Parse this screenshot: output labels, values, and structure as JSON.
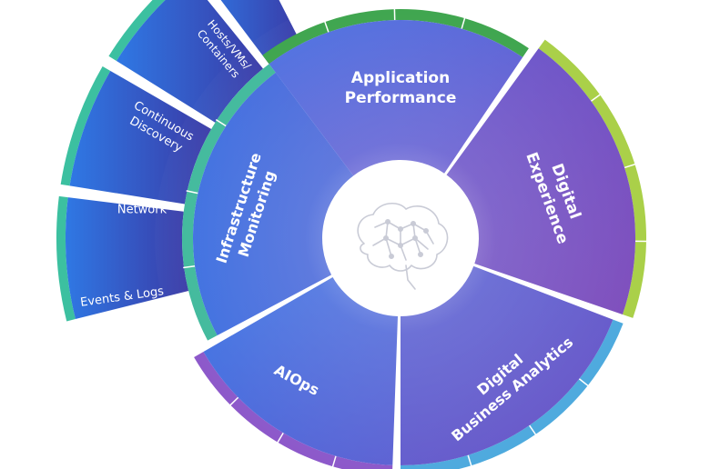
{
  "segments": [
    {
      "id": "application-performance",
      "label_lines": [
        "Application",
        "Performance"
      ],
      "outer_color": "#3aa34a"
    },
    {
      "id": "digital-experience",
      "label_lines": [
        "Digital",
        "Experience"
      ],
      "outer_color": "#a8cf45"
    },
    {
      "id": "digital-business-analytics",
      "label_lines": [
        "Digital",
        "Business Analytics"
      ],
      "outer_color": "#4aa8dd"
    },
    {
      "id": "aiops",
      "label_lines": [
        "AIOps"
      ],
      "outer_color": "#8a55c9"
    },
    {
      "id": "infrastructure-monitoring",
      "label_lines": [
        "Infrastructure",
        "Monitoring"
      ],
      "outer_color": "#3db89a"
    }
  ],
  "infrastructure_subitems": [
    {
      "id": "hosts-vms-containers",
      "label_lines": [
        "Hosts/VMs/",
        "Containers"
      ]
    },
    {
      "id": "continuous-discovery",
      "label_lines": [
        "Continuous",
        "Discovery"
      ]
    },
    {
      "id": "network",
      "label_lines": [
        "Network"
      ]
    },
    {
      "id": "events-logs",
      "label_lines": [
        "Events & Logs"
      ]
    }
  ],
  "center": {
    "icon": "brain-network-icon"
  },
  "colors": {
    "blue": "#3f6fe0",
    "purple": "#7a4fc4",
    "subitem_blue": "#3560d8",
    "subitem_dark": "#323fa8",
    "teal_band": "#3cc0a0",
    "gap": "#ffffff"
  }
}
